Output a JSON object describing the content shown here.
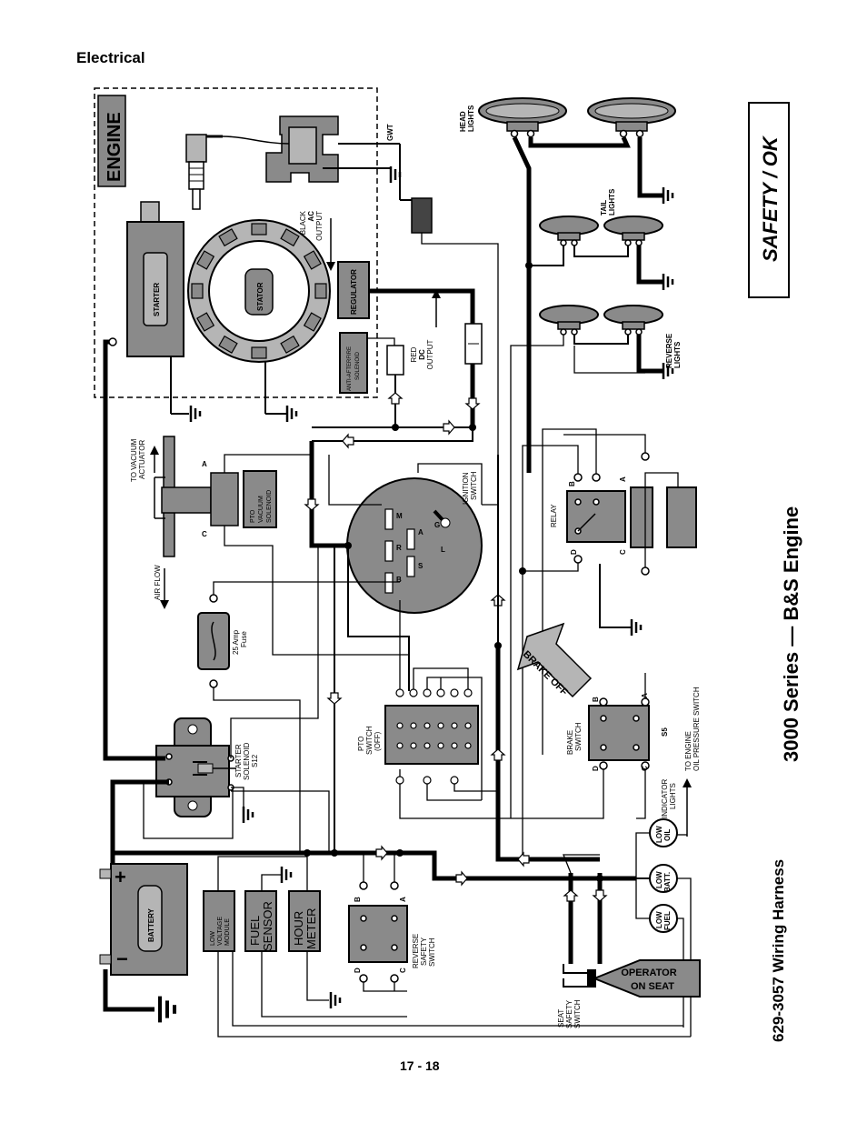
{
  "header": {
    "section": "Electrical"
  },
  "footer": {
    "page_number": "17 - 18"
  },
  "titles": {
    "main": "3000 Series — B&S Engine",
    "harness": "629-3057 Wiring Harness",
    "safety": "SAFETY / OK",
    "engine": "ENGINE"
  },
  "components": {
    "starter": "STARTER",
    "stator": "STATOR",
    "regulator": "REGULATOR",
    "anti_afterfire": "ANTI-AFTERFIRE SOLENOID",
    "black_ac": [
      "BLACK",
      "AC",
      "OUTPUT"
    ],
    "red_dc": [
      "RED",
      "DC",
      "OUTPUT"
    ],
    "gwt": "GWT",
    "head_lights": [
      "HEAD",
      "LIGHTS"
    ],
    "tail_lights": [
      "TAIL",
      "LIGHTS"
    ],
    "reverse_lights": [
      "REVERSE",
      "LIGHTS"
    ],
    "to_vacuum": [
      "TO VACUUM",
      "ACTUATOR"
    ],
    "air_flow": "AIR FLOW",
    "pto_vacuum": [
      "PTO",
      "VACUUM",
      "SOLENOID"
    ],
    "ignition_switch": [
      "IGNITION",
      "SWITCH"
    ],
    "relay": "RELAY",
    "fuse": [
      "25 Amp",
      "Fuse"
    ],
    "starter_solenoid": [
      "STARTER",
      "SOLENOID",
      "S12"
    ],
    "pto_switch": [
      "PTO",
      "SWITCH",
      "(OFF)"
    ],
    "brake_switch": [
      "BRAKE",
      "SWITCH"
    ],
    "brake_off": "BRAKE OFF",
    "s5": "S5",
    "oil_pressure": [
      "TO ENGINE",
      "OIL PRESSURE SWITCH"
    ],
    "indicator_lights": [
      "INDICATOR",
      "LIGHTS"
    ],
    "low_oil": [
      "LOW",
      "OIL"
    ],
    "low_batt": [
      "LOW",
      "BATT."
    ],
    "low_fuel": [
      "LOW",
      "FUEL"
    ],
    "battery": "BATTERY",
    "low_voltage": [
      "LOW",
      "VOLTAGE",
      "MODULE"
    ],
    "fuel_sensor": [
      "FUEL",
      "SENSOR"
    ],
    "hour_meter": [
      "HOUR",
      "METER"
    ],
    "reverse_safety": [
      "REVERSE",
      "SAFETY",
      "SWITCH"
    ],
    "operator_on_seat": [
      "OPERATOR",
      "ON SEAT"
    ],
    "seat_safety": [
      "SEAT",
      "SAFETY",
      "SWITCH"
    ]
  },
  "terminal_letters": {
    "ign": [
      "B",
      "R",
      "S",
      "M",
      "A",
      "L",
      "G"
    ],
    "relay": [
      "B",
      "A",
      "D",
      "C"
    ],
    "brake": [
      "B",
      "A",
      "D",
      "C"
    ],
    "pto_sol": [
      "A",
      "C"
    ],
    "rev": [
      "B",
      "A",
      "D",
      "C"
    ],
    "bat_plus": "+",
    "bat_minus": "−"
  }
}
